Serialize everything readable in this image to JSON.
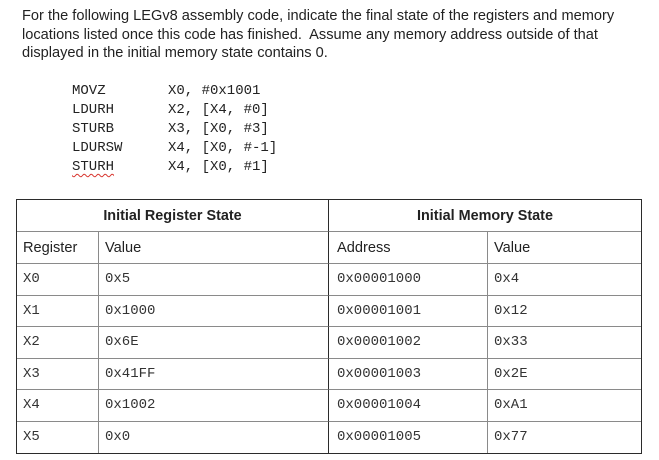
{
  "intro": {
    "lines": [
      "For the following LEGv8 assembly code, indicate the final state of the registers and memory",
      "locations listed once this code has finished.  Assume any memory address outside of that",
      "displayed in the initial memory state contains 0."
    ]
  },
  "code": [
    {
      "mnemonic": "MOVZ",
      "operands": "X0, #0x1001"
    },
    {
      "mnemonic": "LDURH",
      "operands": "X2, [X4, #0]"
    },
    {
      "mnemonic": "STURB",
      "operands": "X3, [X0, #3]"
    },
    {
      "mnemonic": "LDURSW",
      "operands": "X4, [X0, #-1]"
    },
    {
      "mnemonic": "STURH",
      "operands": "X4, [X0, #1]"
    }
  ],
  "table": {
    "register_section_title": "Initial Register State",
    "memory_section_title": "Initial Memory State",
    "columns": [
      "Register",
      "Value",
      "Address",
      "Value"
    ],
    "registers": [
      {
        "name": "X0",
        "value": "0x5"
      },
      {
        "name": "X1",
        "value": "0x1000"
      },
      {
        "name": "X2",
        "value": "0x6E"
      },
      {
        "name": "X3",
        "value": "0x41FF"
      },
      {
        "name": "X4",
        "value": "0x1002"
      },
      {
        "name": "X5",
        "value": "0x0"
      }
    ],
    "memory": [
      {
        "address": "0x00001000",
        "value": "0x4"
      },
      {
        "address": "0x00001001",
        "value": "0x12"
      },
      {
        "address": "0x00001002",
        "value": "0x33"
      },
      {
        "address": "0x00001003",
        "value": "0x2E"
      },
      {
        "address": "0x00001004",
        "value": "0xA1"
      },
      {
        "address": "0x00001005",
        "value": "0x77"
      }
    ]
  },
  "colors": {
    "text": "#222222",
    "table_border": "#2b2b2b",
    "row_divider": "#8a8a8a",
    "spellcheck_underline": "#d7332c"
  }
}
